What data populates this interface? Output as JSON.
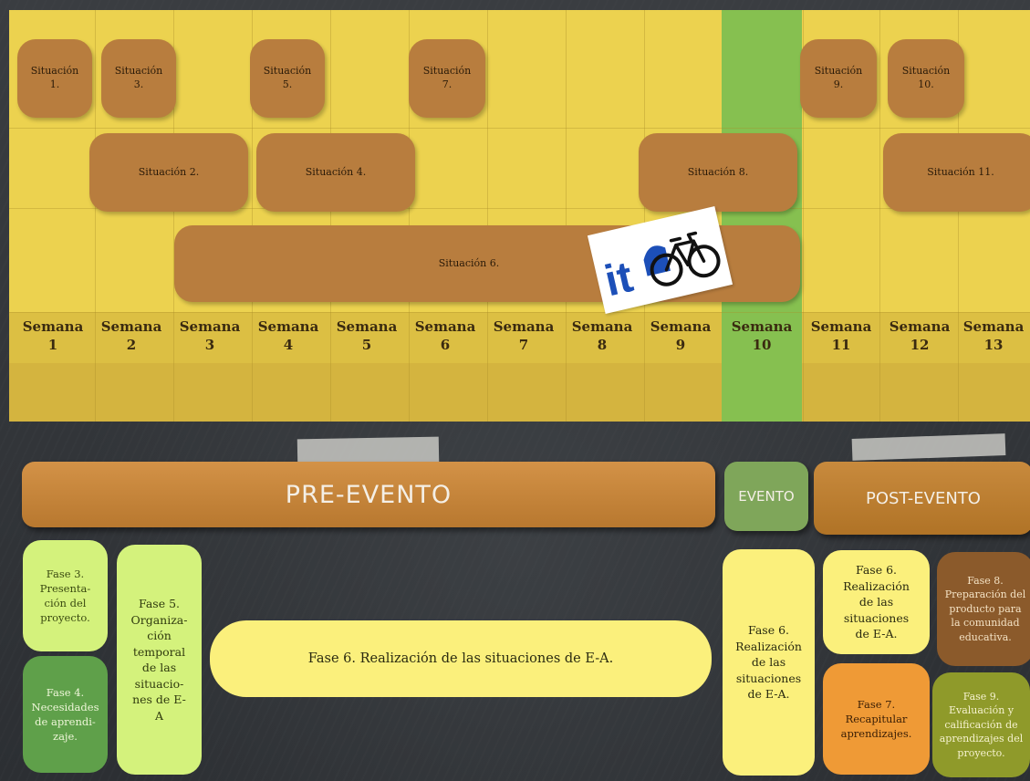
{
  "situaciones": {
    "s1": "Situación\n1.",
    "s3": "Situación\n3.",
    "s5": "Situación\n5.",
    "s7": "Situación\n7.",
    "s9": "Situación\n9.",
    "s10": "Situación\n10.",
    "s2": "Situación 2.",
    "s4": "Situación 4.",
    "s8": "Situación 8.",
    "s11": "Situación 11.",
    "s6": "Situación 6."
  },
  "weeks": [
    {
      "word": "Semana",
      "num": "1"
    },
    {
      "word": "Semana",
      "num": "2"
    },
    {
      "word": "Semana",
      "num": "3"
    },
    {
      "word": "Semana",
      "num": "4"
    },
    {
      "word": "Semana",
      "num": "5"
    },
    {
      "word": "Semana",
      "num": "6"
    },
    {
      "word": "Semana",
      "num": "7"
    },
    {
      "word": "Semana",
      "num": "8"
    },
    {
      "word": "Semana",
      "num": "9"
    },
    {
      "word": "Semana",
      "num": "10"
    },
    {
      "word": "Semana",
      "num": "11"
    },
    {
      "word": "Semana",
      "num": "12"
    },
    {
      "word": "Semana",
      "num": "13"
    }
  ],
  "logo": {
    "text": "it"
  },
  "phases": {
    "pre": "PRE-EVENTO",
    "evento": "EVENTO",
    "post": "POST-EVENTO"
  },
  "cards": {
    "fase3": "Fase 3.\nPresenta-\nción del\nproyecto.",
    "fase4": "Fase 4.\nNecesidades\nde aprendi-\nzaje.",
    "fase5": "Fase 5.\nOrganiza-\nción\ntemporal\nde las\nsituacio-\nnes de E-\nA",
    "fase6_long": "Fase 6. Realización de las situaciones de E-A.",
    "fase6_evento": "Fase 6.\nRealización\nde las\nsituaciones\nde E-A.",
    "fase6_post": "Fase 6.\nRealización\nde las\nsituaciones\nde E-A.",
    "fase7": "Fase 7.\nRecapitular\naprendizajes.",
    "fase8": "Fase 8.\nPreparación del\nproducto para\nla comunidad\neducativa.",
    "fase9": "Fase 9.\nEvaluación y\ncalificación de\naprendizajes del\nproyecto."
  },
  "colors": {
    "yellow_board": "#ecd24f",
    "green_week": "#86c050",
    "situacion": "#b87d3e",
    "light_green": "#d4f27c",
    "dark_green": "#5fa04a",
    "light_yellow": "#fbf07c",
    "orange": "#ef9a36",
    "brown": "#8b5a2b",
    "olive": "#8f9a2a"
  }
}
